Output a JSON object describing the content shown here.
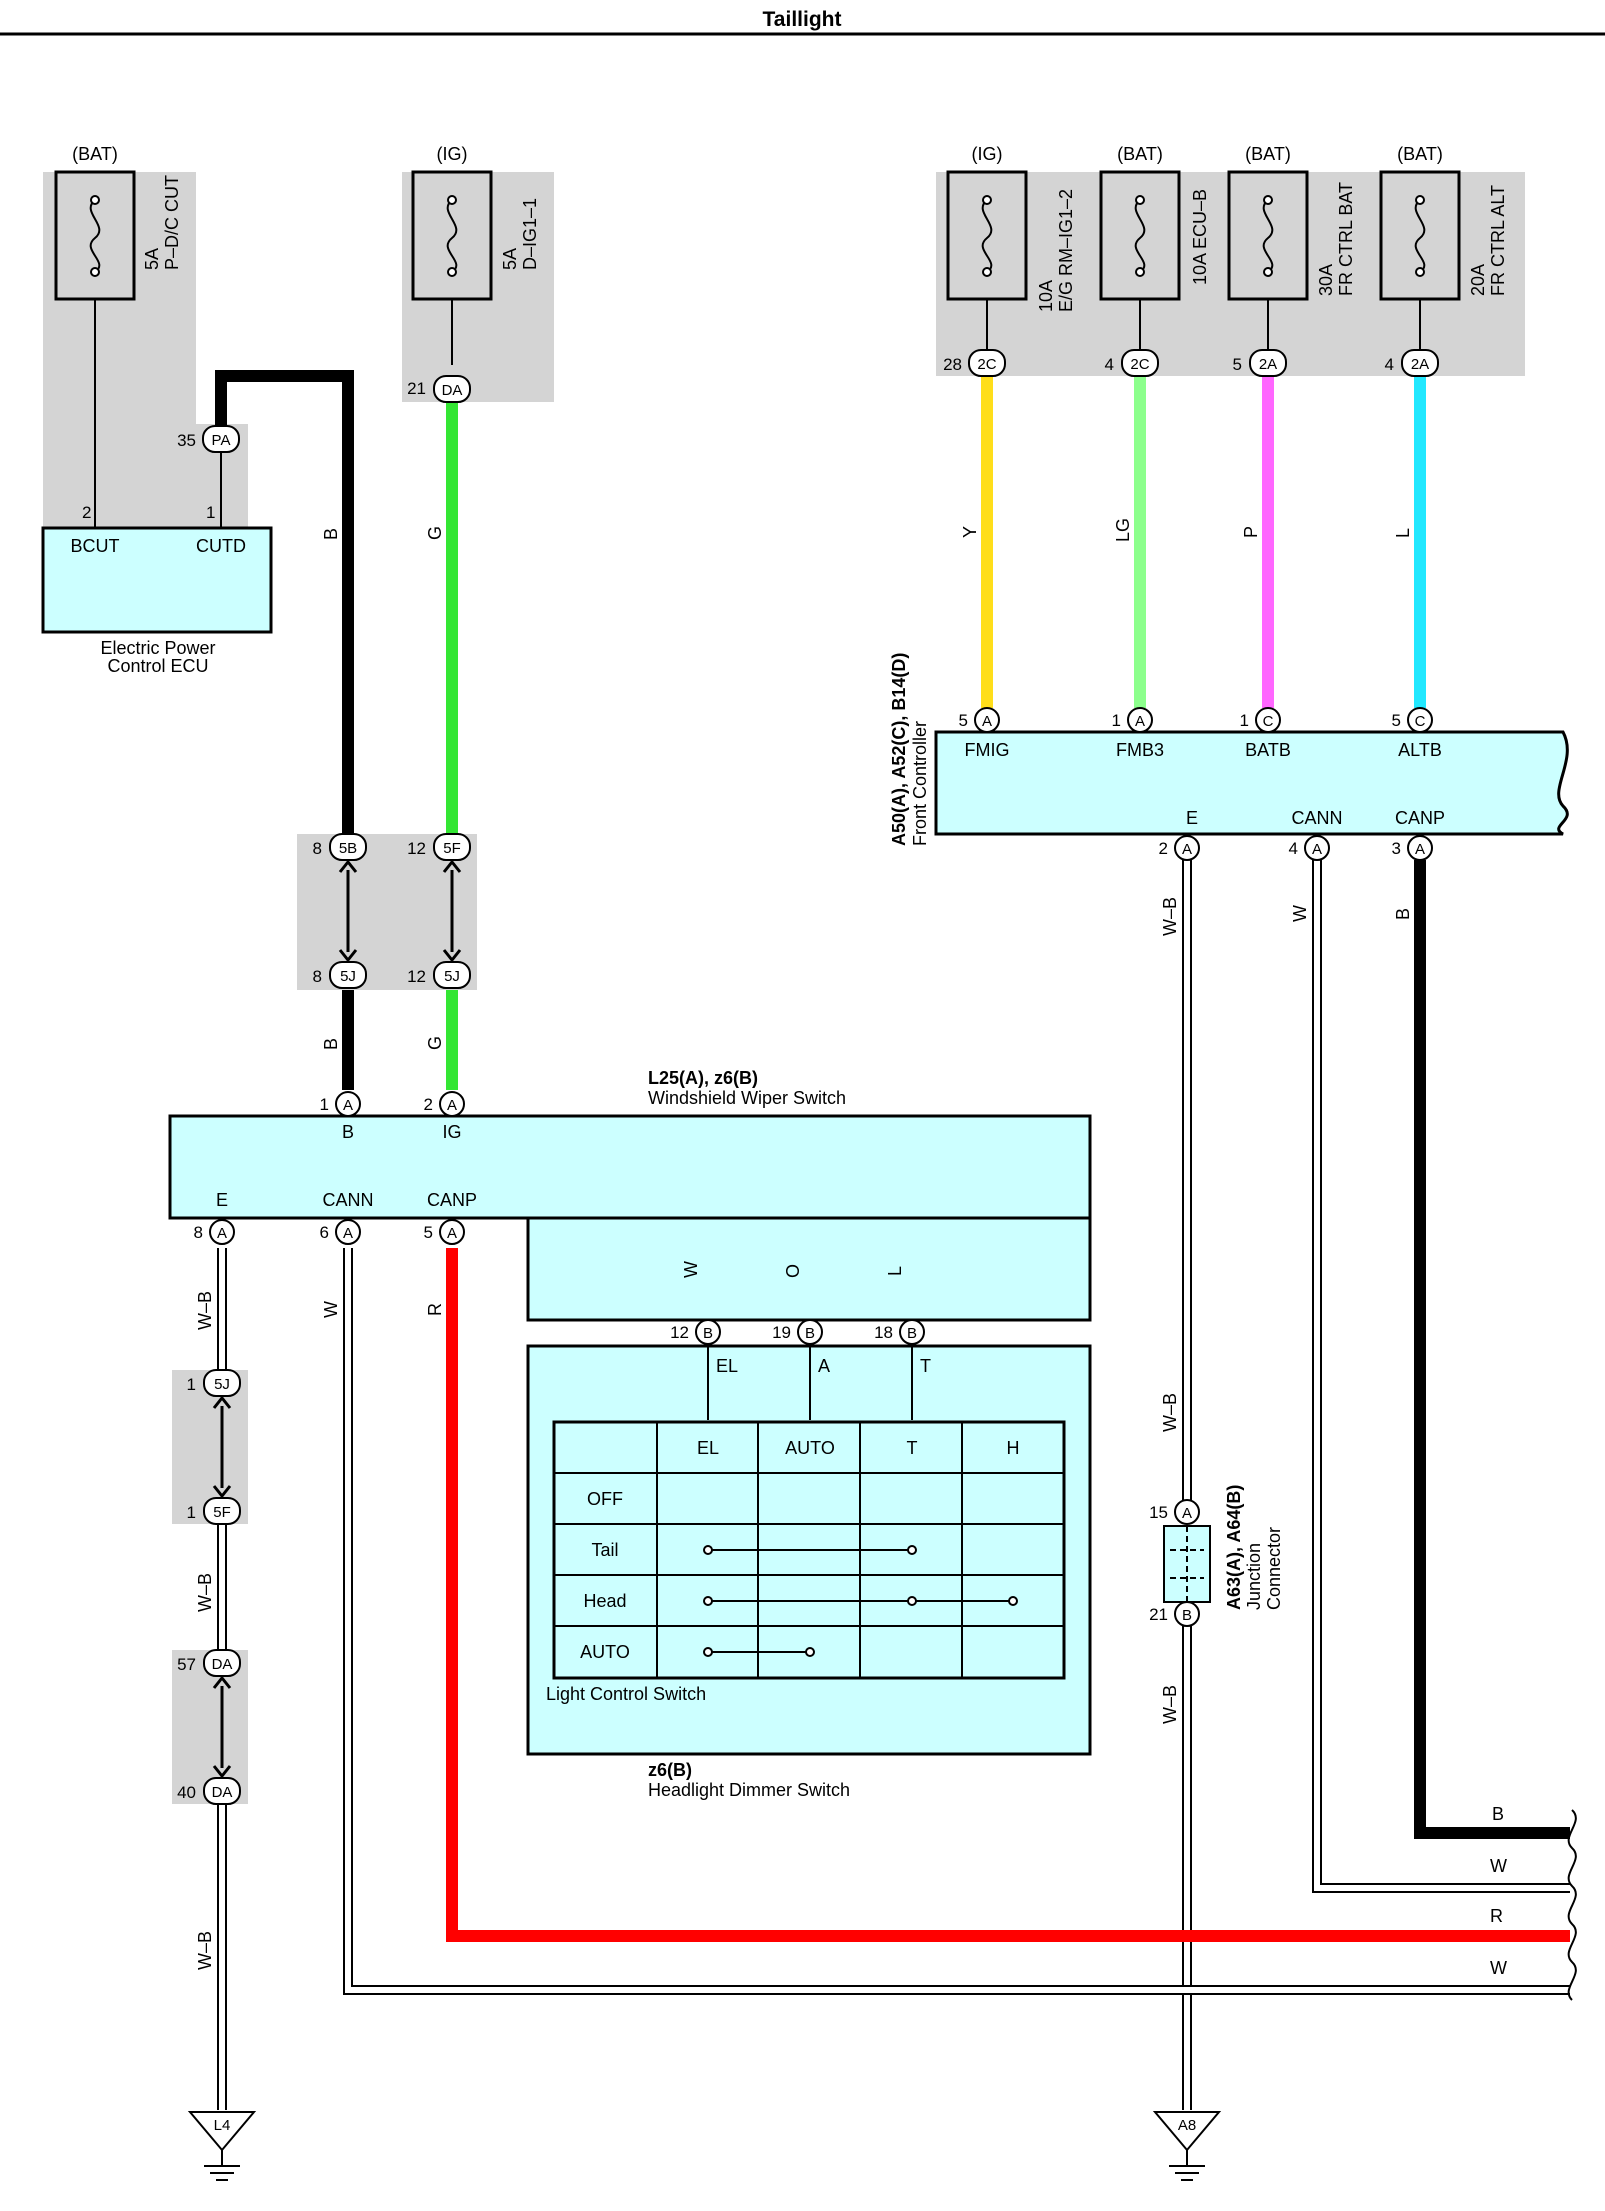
{
  "title": "Taillight",
  "colors": {
    "black": "#000000",
    "green": "#33e633",
    "yellow": "#ffde1a",
    "light_green": "#8cff8c",
    "pink": "#ff66ff",
    "cyan": "#22e8ff",
    "red": "#ff0000",
    "orange": "#ff8c1a",
    "component_fill": "#ccffff",
    "shade": "#d4d4d4"
  },
  "fuses": [
    {
      "source": "(BAT)",
      "rating": "5A",
      "name": "P–D/C CUT"
    },
    {
      "source": "(IG)",
      "rating": "5A",
      "name": "D–IG1–1"
    },
    {
      "source": "(IG)",
      "rating": "10A",
      "name": "E/G RM–IG1–2"
    },
    {
      "source": "(BAT)",
      "rating": "",
      "name": "10A ECU–B"
    },
    {
      "source": "(BAT)",
      "rating": "30A",
      "name": "FR CTRL BAT"
    },
    {
      "source": "(BAT)",
      "rating": "20A",
      "name": "FR CTRL ALT"
    }
  ],
  "connectors": {
    "pa35": {
      "num": "35",
      "code": "PA"
    },
    "da21": {
      "num": "21",
      "code": "DA"
    },
    "c2c_28": {
      "num": "28",
      "code": "2C"
    },
    "c2c_4": {
      "num": "4",
      "code": "2C"
    },
    "c2a_5": {
      "num": "5",
      "code": "2A"
    },
    "c2a_4": {
      "num": "4",
      "code": "2A"
    },
    "c5b": {
      "num": "8",
      "code": "5B"
    },
    "c5f_top": {
      "num": "12",
      "code": "5F"
    },
    "c5j_a": {
      "num": "8",
      "code": "5J"
    },
    "c5j_b": {
      "num": "12",
      "code": "5J"
    },
    "j5j_1": {
      "num": "1",
      "code": "5J"
    },
    "j5f_1": {
      "num": "1",
      "code": "5F"
    },
    "da57": {
      "num": "57",
      "code": "DA"
    },
    "da40": {
      "num": "40",
      "code": "DA"
    }
  },
  "ecu": {
    "name_line1": "Electric Power",
    "name_line2": "Control ECU",
    "pin_bcut": "BCUT",
    "pin_cutd": "CUTD",
    "pin_bcut_num": "2",
    "pin_cutd_num": "1"
  },
  "front_controller": {
    "codes": "A50(A), A52(C), B14(D)",
    "name": "Front Controller",
    "top_pins": [
      {
        "num": "5",
        "conn": "A",
        "label": "FMIG"
      },
      {
        "num": "1",
        "conn": "A",
        "label": "FMB3"
      },
      {
        "num": "1",
        "conn": "C",
        "label": "BATB"
      },
      {
        "num": "5",
        "conn": "C",
        "label": "ALTB"
      }
    ],
    "bottom_pins": [
      {
        "num": "2",
        "conn": "A",
        "label": "E"
      },
      {
        "num": "4",
        "conn": "A",
        "label": "CANN"
      },
      {
        "num": "3",
        "conn": "A",
        "label": "CANP"
      }
    ]
  },
  "wiper_switch": {
    "codes": "L25(A), z6(B)",
    "name": "Windshield Wiper Switch",
    "top_pins": [
      {
        "num": "1",
        "conn": "A",
        "label": "B"
      },
      {
        "num": "2",
        "conn": "A",
        "label": "IG"
      }
    ],
    "bottom_pins": [
      {
        "num": "8",
        "conn": "A",
        "label": "E"
      },
      {
        "num": "6",
        "conn": "A",
        "label": "CANN"
      },
      {
        "num": "5",
        "conn": "A",
        "label": "CANP"
      }
    ]
  },
  "dimmer_switch": {
    "codes": "z6(B)",
    "name": "Headlight Dimmer Switch",
    "pins": [
      {
        "num": "12",
        "conn": "B",
        "label": "EL"
      },
      {
        "num": "19",
        "conn": "B",
        "label": "A"
      },
      {
        "num": "18",
        "conn": "B",
        "label": "T"
      }
    ],
    "light_control_label": "Light Control Switch",
    "table_headers": [
      "EL",
      "AUTO",
      "T",
      "H"
    ],
    "table_rows": [
      "OFF",
      "Tail",
      "Head",
      "AUTO"
    ]
  },
  "junction": {
    "codes": "A63(A), A64(B)",
    "name_line1": "Junction",
    "name_line2": "Connector",
    "pin_top": {
      "num": "15",
      "conn": "A"
    },
    "pin_bottom": {
      "num": "21",
      "conn": "B"
    }
  },
  "wire_labels": {
    "b": "B",
    "g": "G",
    "y": "Y",
    "lg": "LG",
    "p": "P",
    "l": "L",
    "w": "W",
    "wb": "W–B",
    "r": "R",
    "o": "O"
  },
  "grounds": {
    "left": "L4",
    "right": "A8"
  },
  "offpage": [
    "B",
    "W",
    "R",
    "W"
  ]
}
